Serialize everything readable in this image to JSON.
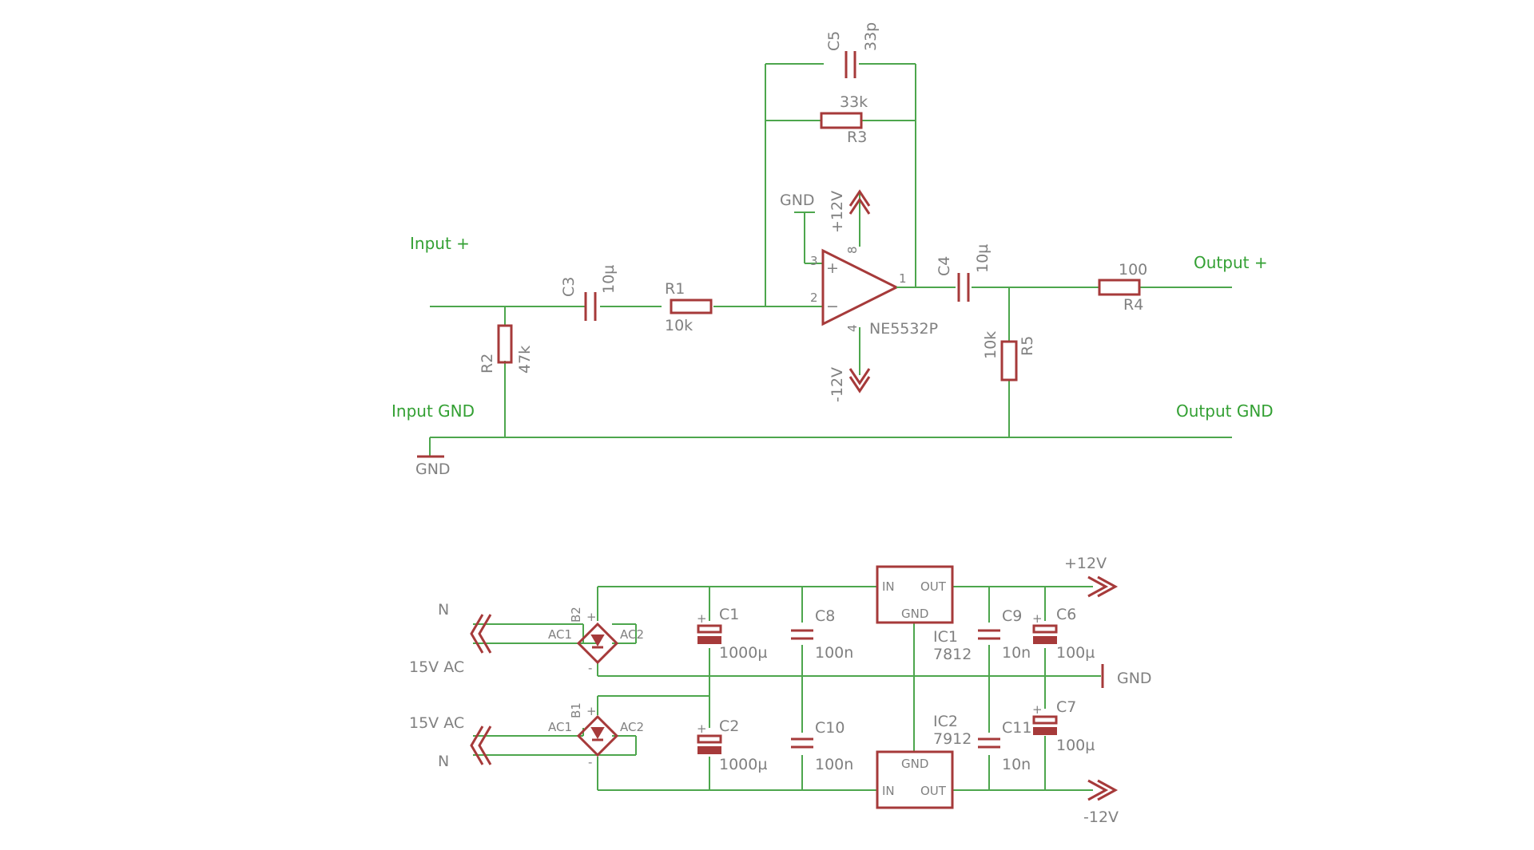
{
  "signals": {
    "input_plus": "Input +",
    "input_gnd": "Input GND",
    "output_plus": "Output +",
    "output_gnd": "Output GND"
  },
  "gnd": "GND",
  "rails": {
    "pos": "+12V",
    "neg": "-12V"
  },
  "components": {
    "C3": {
      "name": "C3",
      "value": "10µ"
    },
    "R1": {
      "name": "R1",
      "value": "10k"
    },
    "R2": {
      "name": "R2",
      "value": "47k"
    },
    "C5": {
      "name": "C5",
      "value": "33p"
    },
    "R3": {
      "name": "R3",
      "value": "33k"
    },
    "C4": {
      "name": "C4",
      "value": "10µ"
    },
    "R4": {
      "name": "R4",
      "value": "100"
    },
    "R5": {
      "name": "R5",
      "value": "10k"
    },
    "opamp": {
      "name": "NE5532P",
      "pins": [
        "1",
        "2",
        "3",
        "4",
        "8"
      ],
      "plus": "+",
      "minus": "−"
    },
    "C1": {
      "name": "C1",
      "value": "1000µ"
    },
    "C2": {
      "name": "C2",
      "value": "1000µ"
    },
    "C8": {
      "name": "C8",
      "value": "100n"
    },
    "C10": {
      "name": "C10",
      "value": "100n"
    },
    "C9": {
      "name": "C9",
      "value": "10n"
    },
    "C11": {
      "name": "C11",
      "value": "10n"
    },
    "C6": {
      "name": "C6",
      "value": "100µ"
    },
    "C7": {
      "name": "C7",
      "value": "100µ"
    },
    "IC1": {
      "name": "IC1",
      "value": "7812",
      "pin_in": "IN",
      "pin_out": "OUT",
      "pin_gnd": "GND"
    },
    "IC2": {
      "name": "IC2",
      "value": "7912",
      "pin_in": "IN",
      "pin_out": "OUT",
      "pin_gnd": "GND"
    },
    "B1": {
      "name": "B1",
      "ac1": "AC1",
      "ac2": "AC2",
      "plus": "+",
      "minus": "-"
    },
    "B2": {
      "name": "B2",
      "ac1": "AC1",
      "ac2": "AC2",
      "plus": "+",
      "minus": "-"
    }
  },
  "power_in": {
    "n": "N",
    "ac": "15V AC",
    "polarity_mark": "+"
  },
  "colors": {
    "wire": "#4da64d",
    "part": "#a63a3a",
    "label": "#808080",
    "signal": "#33a033"
  }
}
